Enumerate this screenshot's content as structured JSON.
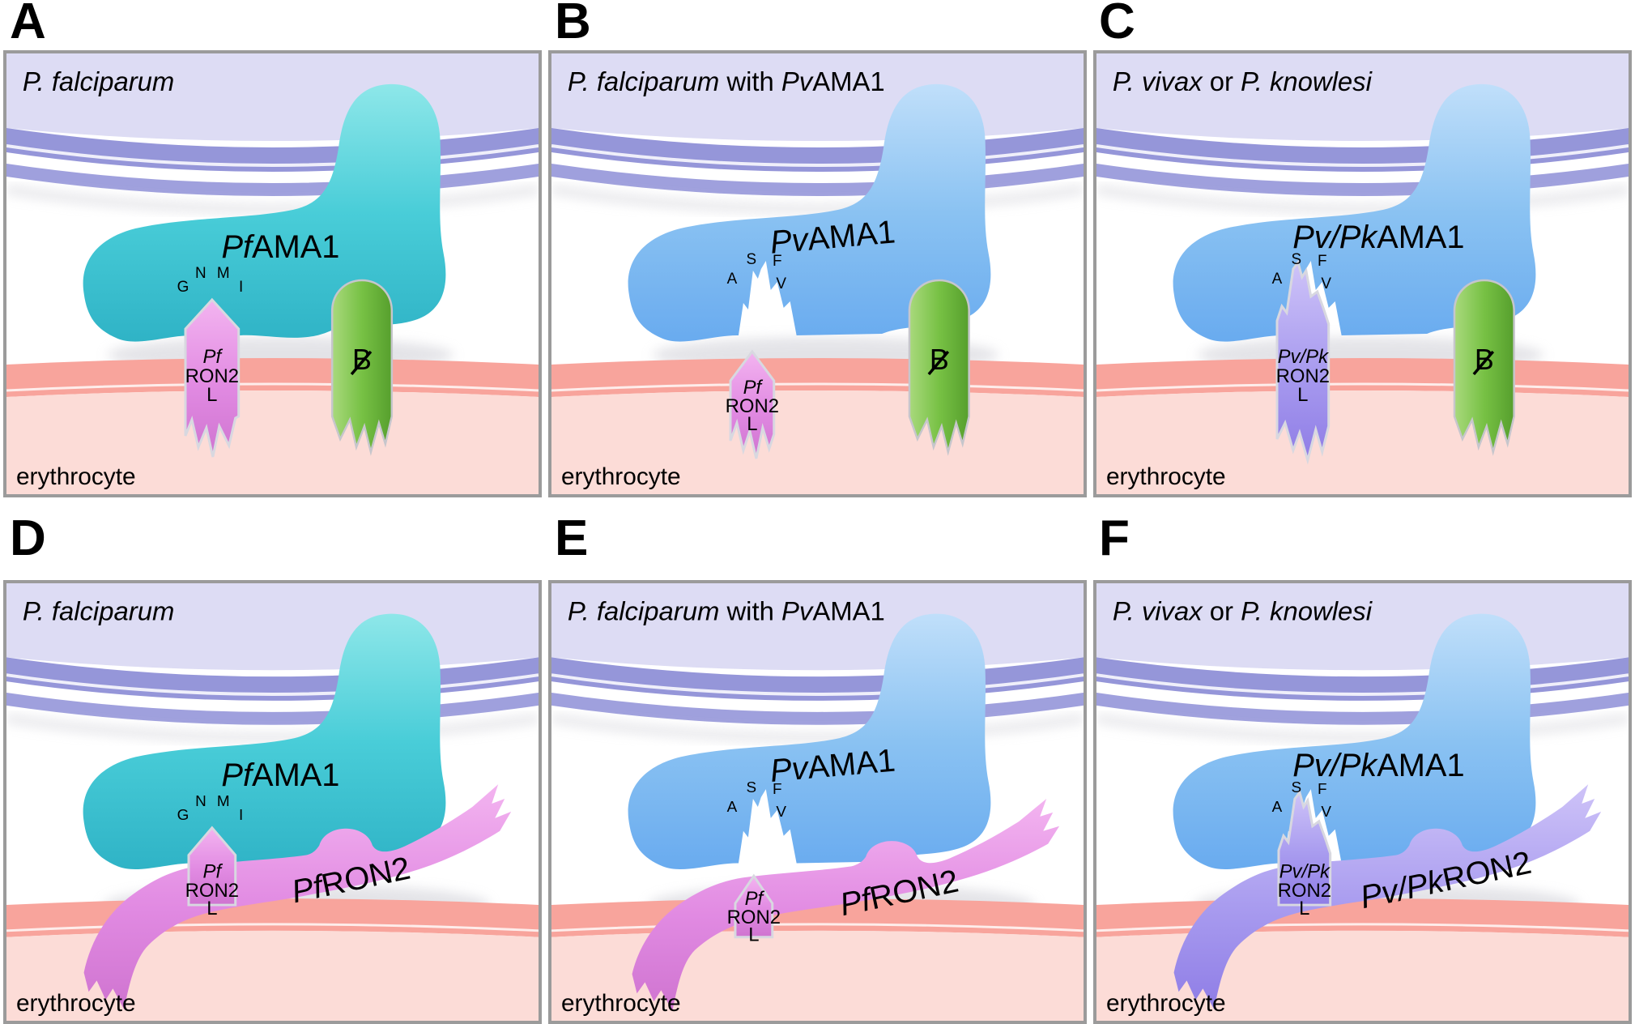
{
  "colors": {
    "teal_ama1": "#3bc3d3",
    "blue_ama1": "#8ac2f2",
    "pink_ron2": "#e18ae2",
    "purple_ron2": "#a89bef",
    "green_rod": "#77c144",
    "parasite_membrane": "#9596d9",
    "parasite_cytoplasm": "#dddcf4",
    "erythrocyte_membrane": "#f8a49c",
    "erythrocyte_cytoplasm": "#fcdcd7",
    "panel_border": "#9b9b9b"
  },
  "panels": {
    "A": {
      "letter": "A",
      "title": {
        "s1": "P. falciparum",
        "s2": "",
        "s3": "",
        "s4": ""
      },
      "ama1": {
        "prefix": "Pf",
        "name": "AMA1"
      },
      "ron2l": {
        "prefix": "Pf",
        "mid": "RON2",
        "sub": "L"
      },
      "residues": {
        "left": "G",
        "top_left": "N",
        "top_right": "M",
        "right": "I"
      },
      "rod": {
        "label": "B"
      },
      "erythrocyte": "erythrocyte"
    },
    "B": {
      "letter": "B",
      "title": {
        "s1": "P. falciparum",
        "s2": " with ",
        "s3": "Pv",
        "s4": "AMA1"
      },
      "ama1": {
        "prefix": "Pv",
        "name": "AMA1"
      },
      "ron2l": {
        "prefix": "Pf",
        "mid": "RON2",
        "sub": "L"
      },
      "residues": {
        "left": "A",
        "top_left": "S",
        "top_right": "F",
        "right": "V"
      },
      "rod": {
        "label": "B"
      },
      "erythrocyte": "erythrocyte"
    },
    "C": {
      "letter": "C",
      "title": {
        "s1": "P. vivax",
        "s2": " or ",
        "s3": "P. knowlesi",
        "s4": ""
      },
      "ama1": {
        "prefix": "Pv/Pk",
        "name": "AMA1"
      },
      "ron2l": {
        "prefix": "Pv/Pk",
        "mid": "RON2",
        "sub": "L"
      },
      "residues": {
        "left": "A",
        "top_left": "S",
        "top_right": "F",
        "right": "V"
      },
      "rod": {
        "label": "B"
      },
      "erythrocyte": "erythrocyte"
    },
    "D": {
      "letter": "D",
      "title": {
        "s1": "P. falciparum",
        "s2": "",
        "s3": "",
        "s4": ""
      },
      "ama1": {
        "prefix": "Pf",
        "name": "AMA1"
      },
      "ron2l": {
        "prefix": "Pf",
        "mid": "RON2",
        "sub": "L"
      },
      "residues": {
        "left": "G",
        "top_left": "N",
        "top_right": "M",
        "right": "I"
      },
      "ron2": {
        "prefix": "Pf",
        "name": "RON2"
      },
      "erythrocyte": "erythrocyte"
    },
    "E": {
      "letter": "E",
      "title": {
        "s1": "P. falciparum",
        "s2": " with ",
        "s3": "Pv",
        "s4": "AMA1"
      },
      "ama1": {
        "prefix": "Pv",
        "name": "AMA1"
      },
      "ron2l": {
        "prefix": "Pf",
        "mid": "RON2",
        "sub": "L"
      },
      "residues": {
        "left": "A",
        "top_left": "S",
        "top_right": "F",
        "right": "V"
      },
      "ron2": {
        "prefix": "Pf",
        "name": "RON2"
      },
      "erythrocyte": "erythrocyte"
    },
    "F": {
      "letter": "F",
      "title": {
        "s1": "P. vivax",
        "s2": " or ",
        "s3": "P. knowlesi",
        "s4": ""
      },
      "ama1": {
        "prefix": "Pv/Pk",
        "name": "AMA1"
      },
      "ron2l": {
        "prefix": "Pv/Pk",
        "mid": "RON2",
        "sub": "L"
      },
      "residues": {
        "left": "A",
        "top_left": "S",
        "top_right": "F",
        "right": "V"
      },
      "ron2": {
        "prefix": "Pv/Pk",
        "name": "RON2"
      },
      "erythrocyte": "erythrocyte"
    }
  }
}
